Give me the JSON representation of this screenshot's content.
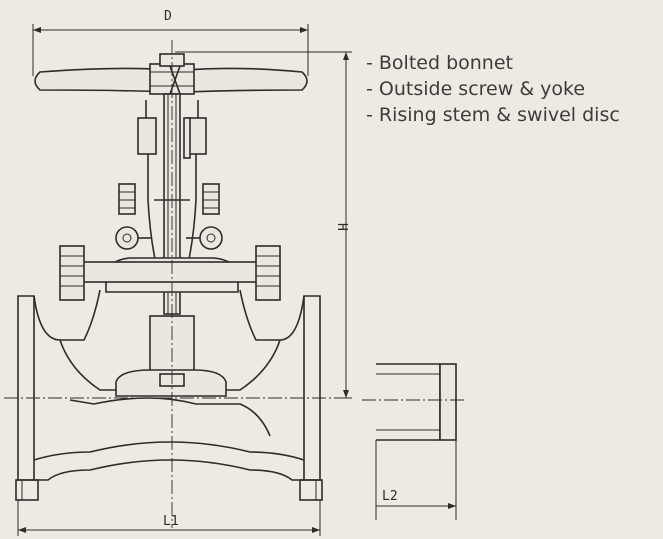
{
  "features": [
    "- Bolted bonnet",
    "- Outside screw & yoke",
    "- Rising stem & swivel disc"
  ],
  "dimensions": {
    "d": "D",
    "h": "H",
    "l1": "L1",
    "l2": "L2"
  },
  "colors": {
    "background": "#efe9e3",
    "line": "#2f2b29",
    "text": "#3f3b39"
  }
}
